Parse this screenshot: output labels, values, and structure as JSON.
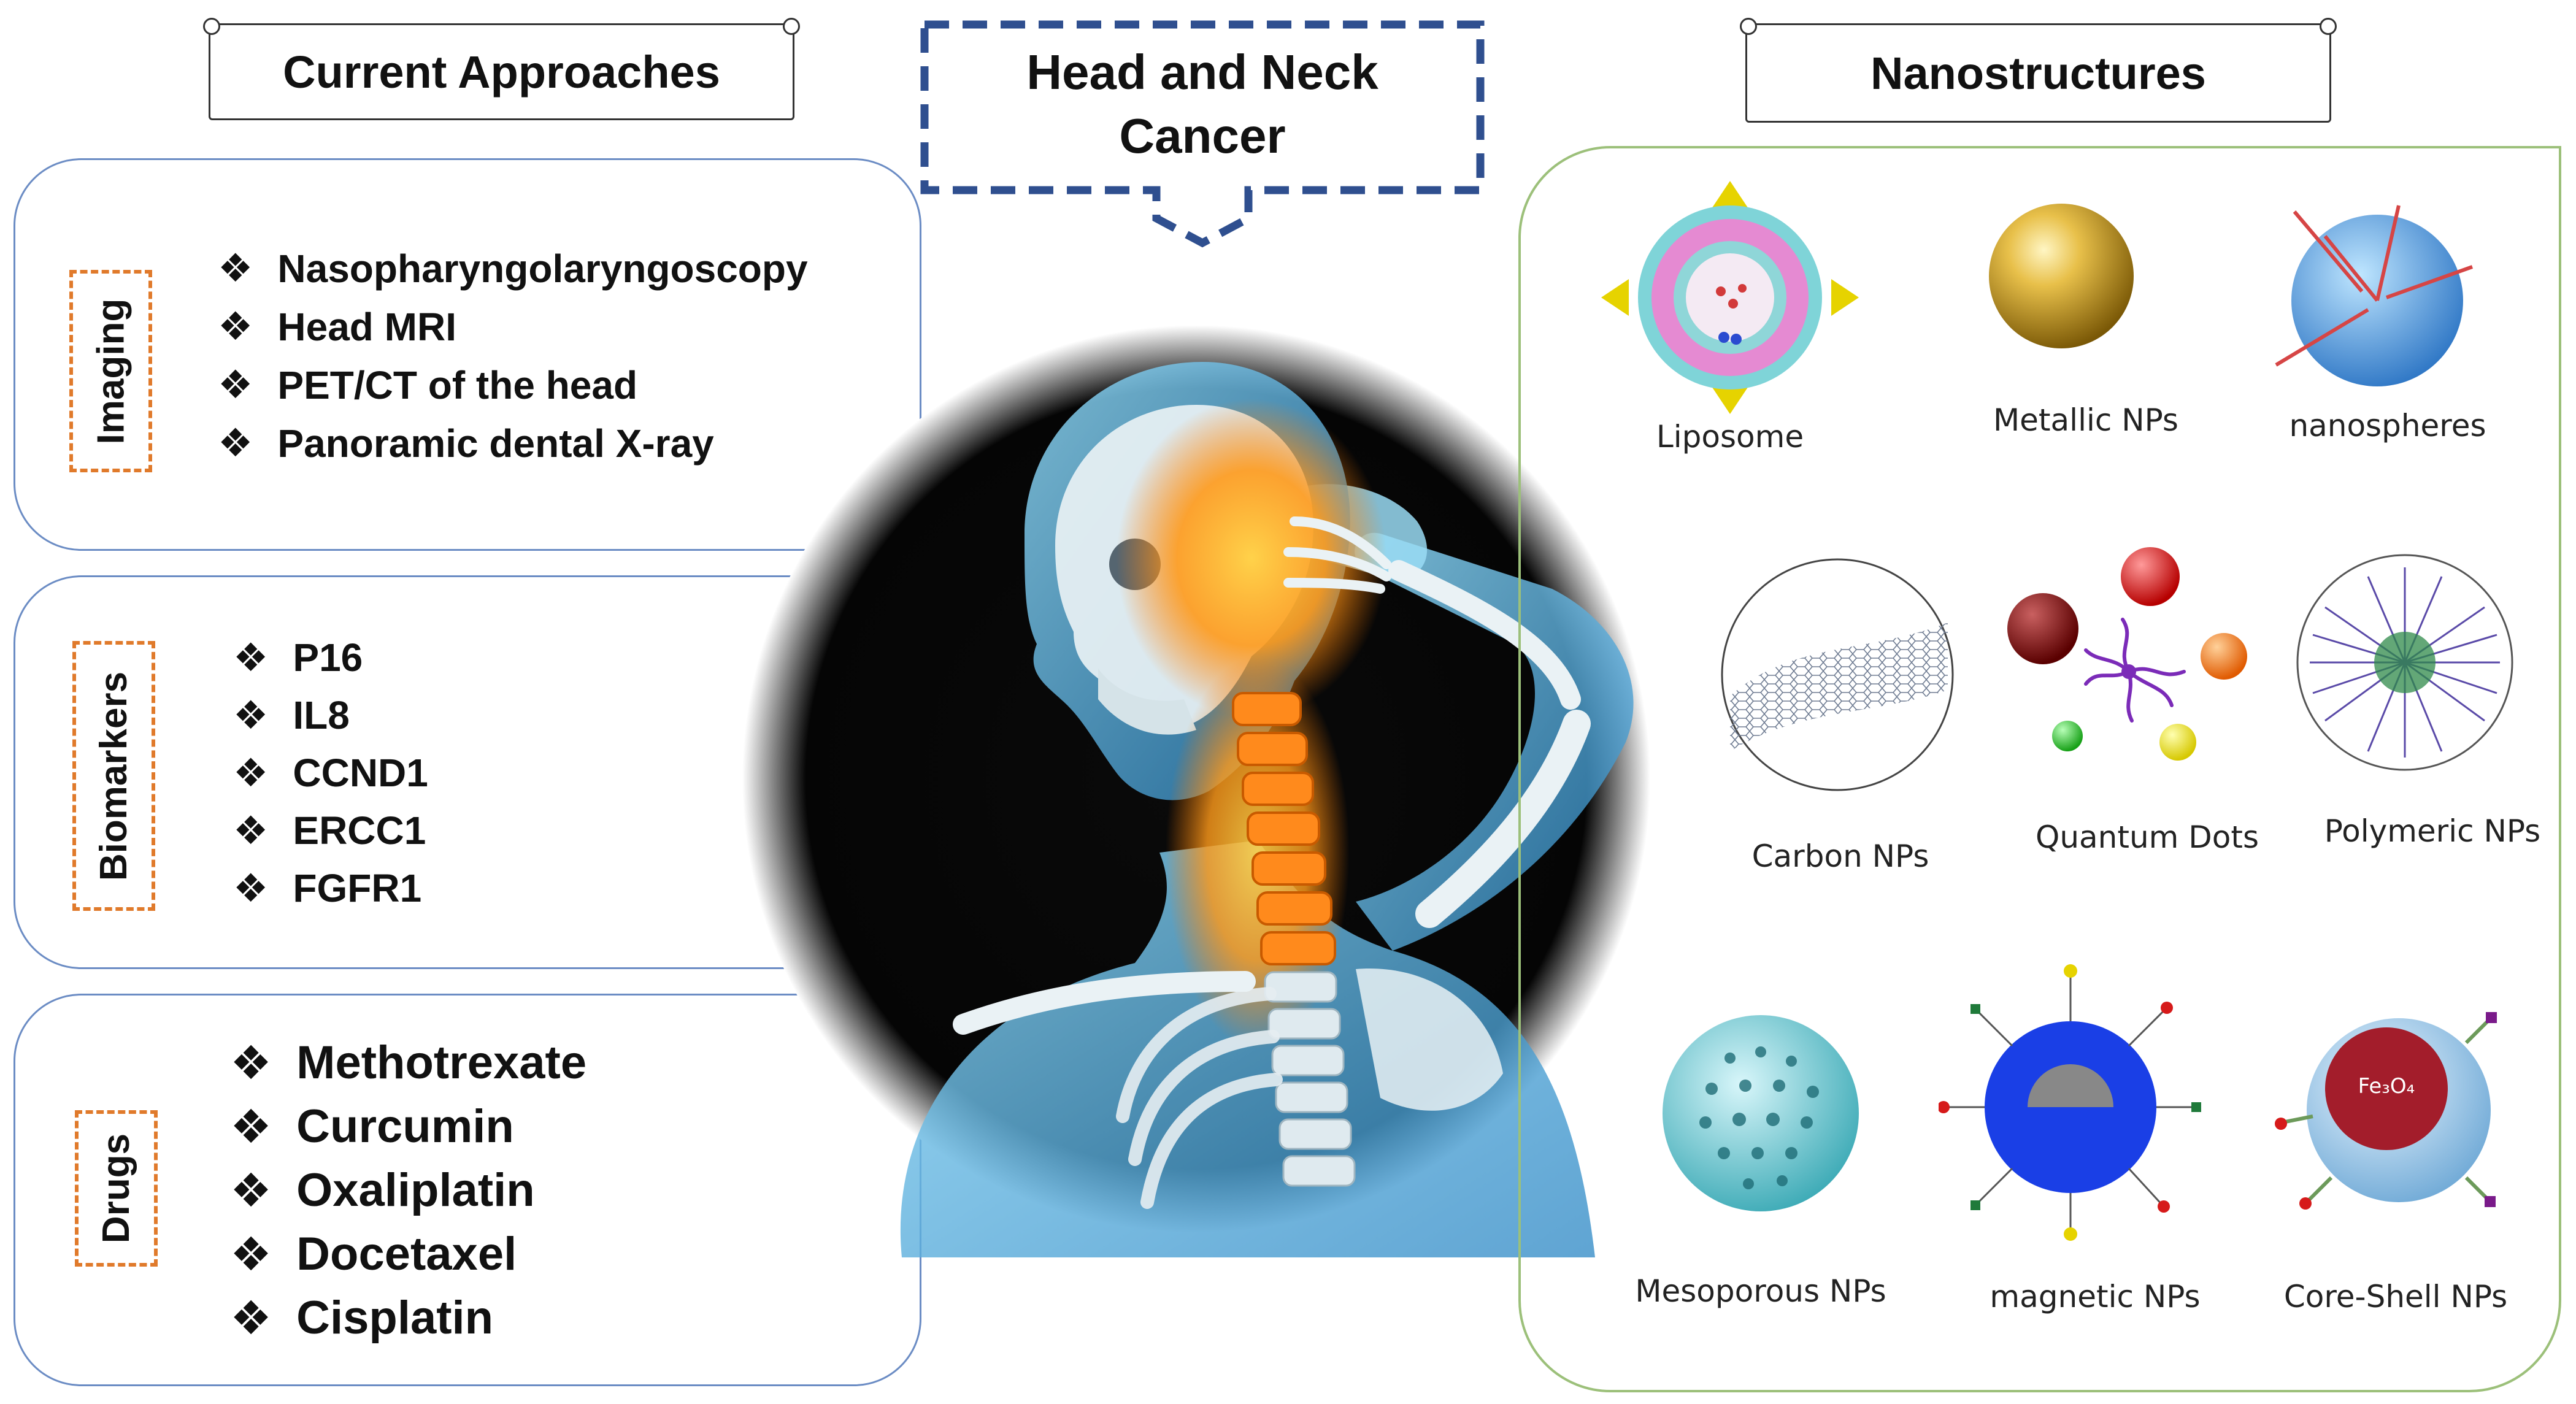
{
  "center_title": {
    "line1": "Head and Neck",
    "line2": "Cancer"
  },
  "left_header": "Current Approaches",
  "right_header": "Nanostructures",
  "imaging": {
    "label": "Imaging",
    "items": [
      "Nasopharyngolaryngoscopy",
      "Head MRI",
      "PET/CT of the head",
      "Panoramic dental X-ray"
    ]
  },
  "biomarkers": {
    "label": "Biomarkers",
    "items": [
      "P16",
      "IL8",
      "CCND1",
      "ERCC1",
      "FGFR1"
    ]
  },
  "drugs": {
    "label": "Drugs",
    "items": [
      "Methotrexate",
      "Curcumin",
      "Oxaliplatin",
      "Docetaxel",
      "Cisplatin"
    ]
  },
  "bullet_glyph": "❖",
  "nanostructures": [
    {
      "label": "Liposome",
      "icon": "liposome-icon"
    },
    {
      "label": "Metallic NPs",
      "icon": "metallic-sphere-icon"
    },
    {
      "label": "nanospheres",
      "icon": "nanosphere-icon"
    },
    {
      "label": "Carbon NPs",
      "icon": "carbon-sheet-icon"
    },
    {
      "label": "Quantum Dots",
      "icon": "quantum-dots-icon"
    },
    {
      "label": "Polymeric NPs",
      "icon": "polymeric-np-icon"
    },
    {
      "label": "Mesoporous NPs",
      "icon": "mesoporous-sphere-icon"
    },
    {
      "label": "magnetic NPs",
      "icon": "magnetic-np-icon"
    },
    {
      "label": "Core-Shell NPs",
      "icon": "core-shell-np-icon"
    }
  ],
  "core_shell_core_text": "Fe₃O₄",
  "colors": {
    "panel_border": "#6b8cc4",
    "label_dash": "#e07a2b",
    "title_dash": "#2f4f8f",
    "right_panel_border": "#9cc07a"
  }
}
